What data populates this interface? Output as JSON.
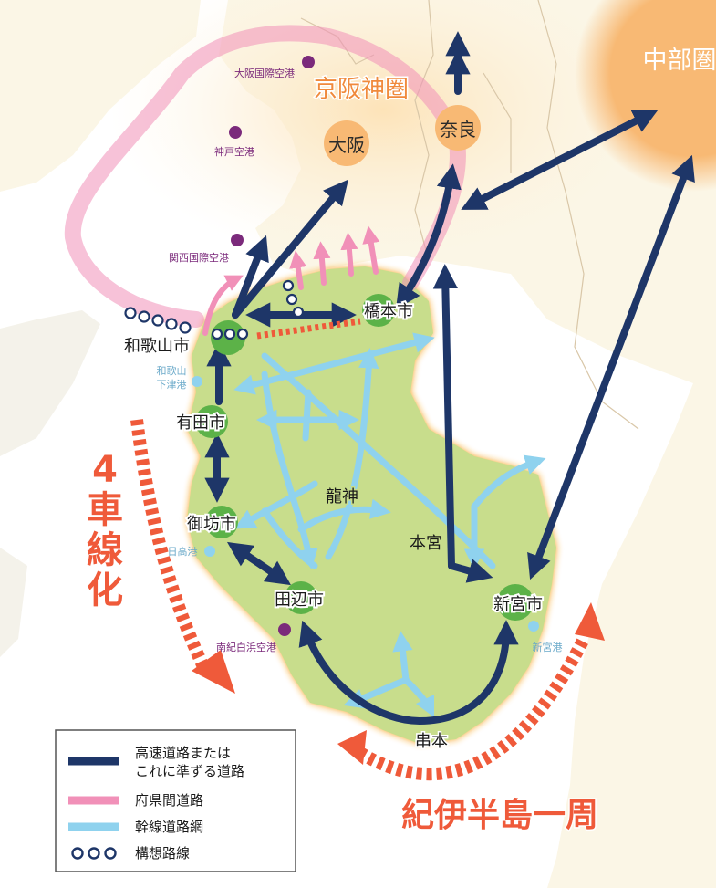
{
  "colors": {
    "sea": "#ffffff",
    "land": "#fbf6e6",
    "wakayama": "#c8dd8c",
    "coast_glow": "#f7a01e",
    "expressway": "#1e3668",
    "prefectural": "#f190b8",
    "trunk": "#8fd2ee",
    "city_node": "#5cb248",
    "metro_node": "#f8b974",
    "airport": "#7b2a7b",
    "port": "#8fd2ee",
    "accent_text": "#f08a3c",
    "red_arrow": "#ef5a3a"
  },
  "regions": {
    "chubu": "中部圏",
    "keihanshin": "京阪神圏"
  },
  "metro_nodes": {
    "osaka": "大阪",
    "nara": "奈良"
  },
  "city_nodes": {
    "wakayama": "和歌山市",
    "hashimoto": "橋本市",
    "arida": "有田市",
    "gobo": "御坊市",
    "tanabe": "田辺市",
    "shingu": "新宮市"
  },
  "place_labels": {
    "ryujin": "龍神",
    "hongu": "本宮",
    "kushimoto": "串本"
  },
  "airports": {
    "osaka_intl": "大阪国際空港",
    "kobe": "神戸空港",
    "kansai_intl": "関西国際空港",
    "nanki_shirahama": "南紀白浜空港"
  },
  "ports": {
    "wakayama_shimotsu_1": "和歌山",
    "wakayama_shimotsu_2": "下津港",
    "hidaka": "日高港",
    "shingu": "新宮港"
  },
  "callouts": {
    "four_lane": [
      "4",
      "車",
      "線",
      "化"
    ],
    "kii_loop": "紀伊半島一周"
  },
  "legend": {
    "expressway_1": "高速道路または",
    "expressway_2": "これに準ずる道路",
    "prefectural": "府県間道路",
    "trunk": "幹線道路網",
    "planned_symbol": "ｏｏｏ",
    "planned": "構想路線"
  }
}
